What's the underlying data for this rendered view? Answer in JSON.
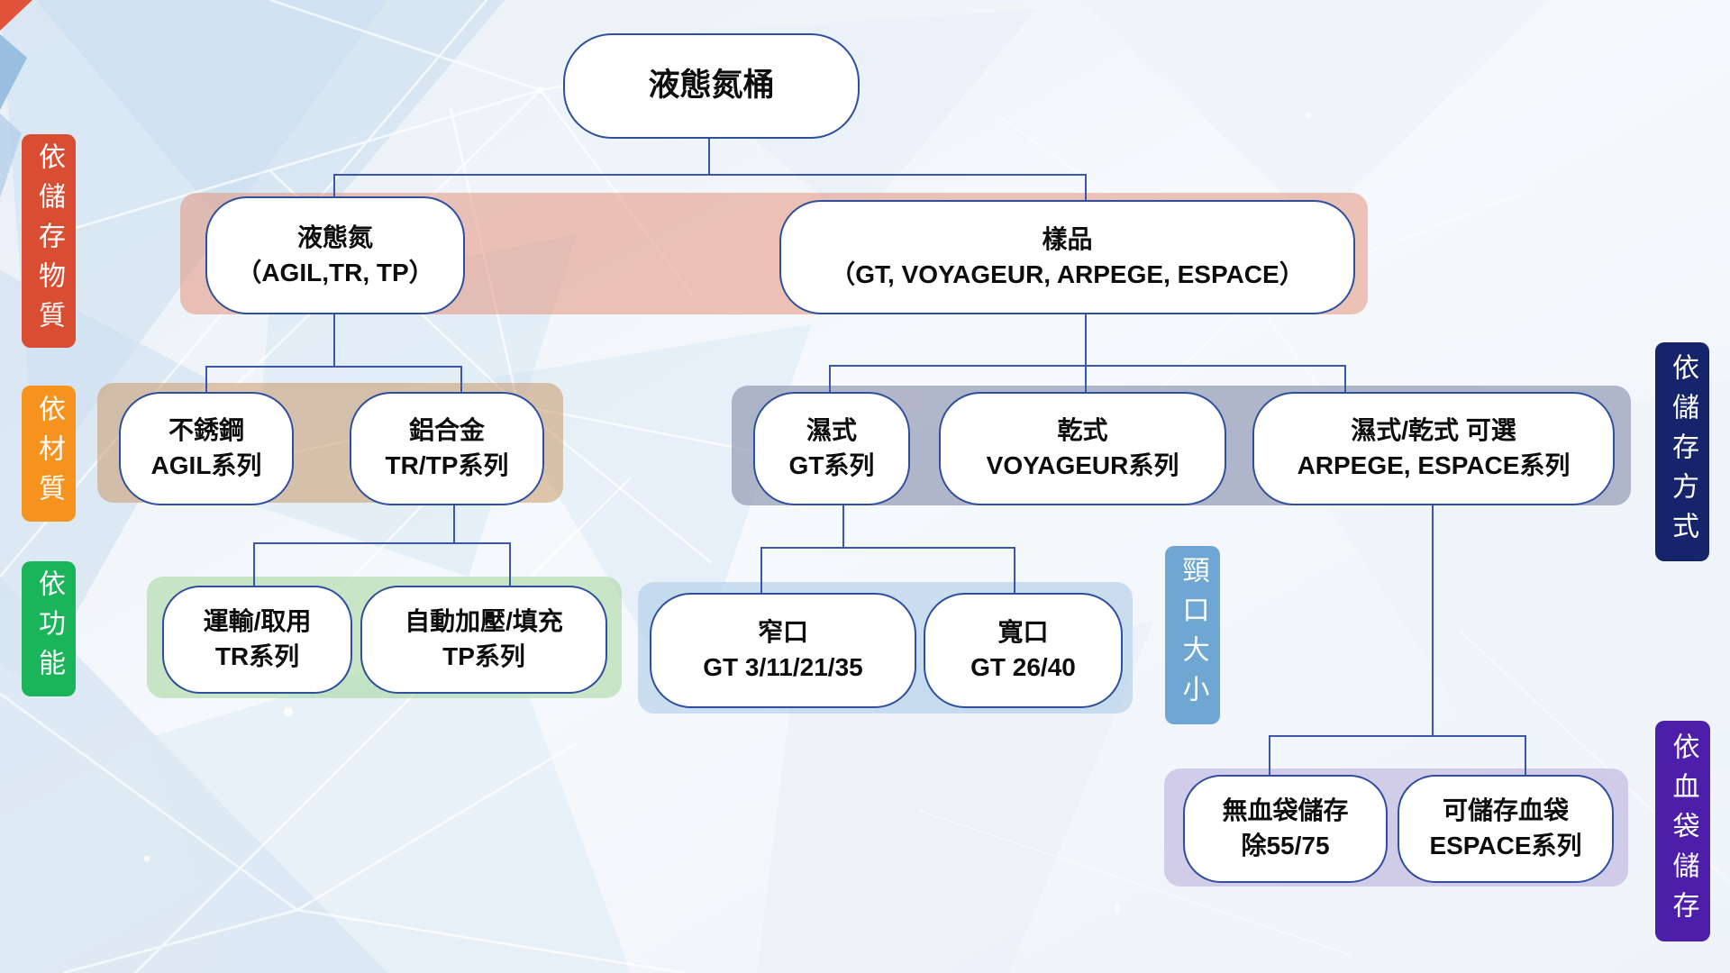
{
  "colors": {
    "substance_label": "#D94E33",
    "material_label": "#F6921E",
    "function_label": "#1AB55B",
    "neck_label": "#6FA7D3",
    "method_label": "#16246B",
    "blood_label": "#4C1EA9",
    "substance_band": "rgba(228,140,114,0.50)",
    "material_band": "rgba(200,150,100,0.52)",
    "function_band": "rgba(150,208,140,0.48)",
    "storage_band": "rgba(150,156,182,0.72)",
    "neck_band": "rgba(168,200,230,0.55)",
    "blood_band": "rgba(183,170,219,0.55)",
    "connector": "#3A57A8"
  },
  "side_labels": {
    "substance": "依儲存物質",
    "material": "依材質",
    "function": "依功能",
    "neck": "頸口大小",
    "method": "依儲存方式",
    "blood": "依血袋儲存"
  },
  "nodes": {
    "root": {
      "line1": "液態氮桶"
    },
    "liquid_nitrogen": {
      "line1": "液態氮",
      "line2": "（AGIL,TR, TP）"
    },
    "sample": {
      "line1": "樣品",
      "line2": "（GT, VOYAGEUR, ARPEGE, ESPACE）"
    },
    "stainless": {
      "line1": "不銹鋼",
      "line2": "AGIL系列"
    },
    "aluminum": {
      "line1": "鋁合金",
      "line2": "TR/TP系列"
    },
    "transport": {
      "line1": "運輸/取用",
      "line2": "TR系列"
    },
    "auto_pressure": {
      "line1": "自動加壓/填充",
      "line2": "TP系列"
    },
    "wet": {
      "line1": "濕式",
      "line2": "GT系列"
    },
    "dry": {
      "line1": "乾式",
      "line2": "VOYAGEUR系列"
    },
    "wet_dry": {
      "line1": "濕式/乾式 可選",
      "line2": "ARPEGE, ESPACE系列"
    },
    "narrow_neck": {
      "line1": "窄口",
      "line2": "GT 3/11/21/35"
    },
    "wide_neck": {
      "line1": "寬口",
      "line2": "GT 26/40"
    },
    "no_blood_bag": {
      "line1": "無血袋儲存",
      "line2": "除55/75"
    },
    "blood_bag": {
      "line1": "可儲存血袋",
      "line2": "ESPACE系列"
    }
  }
}
